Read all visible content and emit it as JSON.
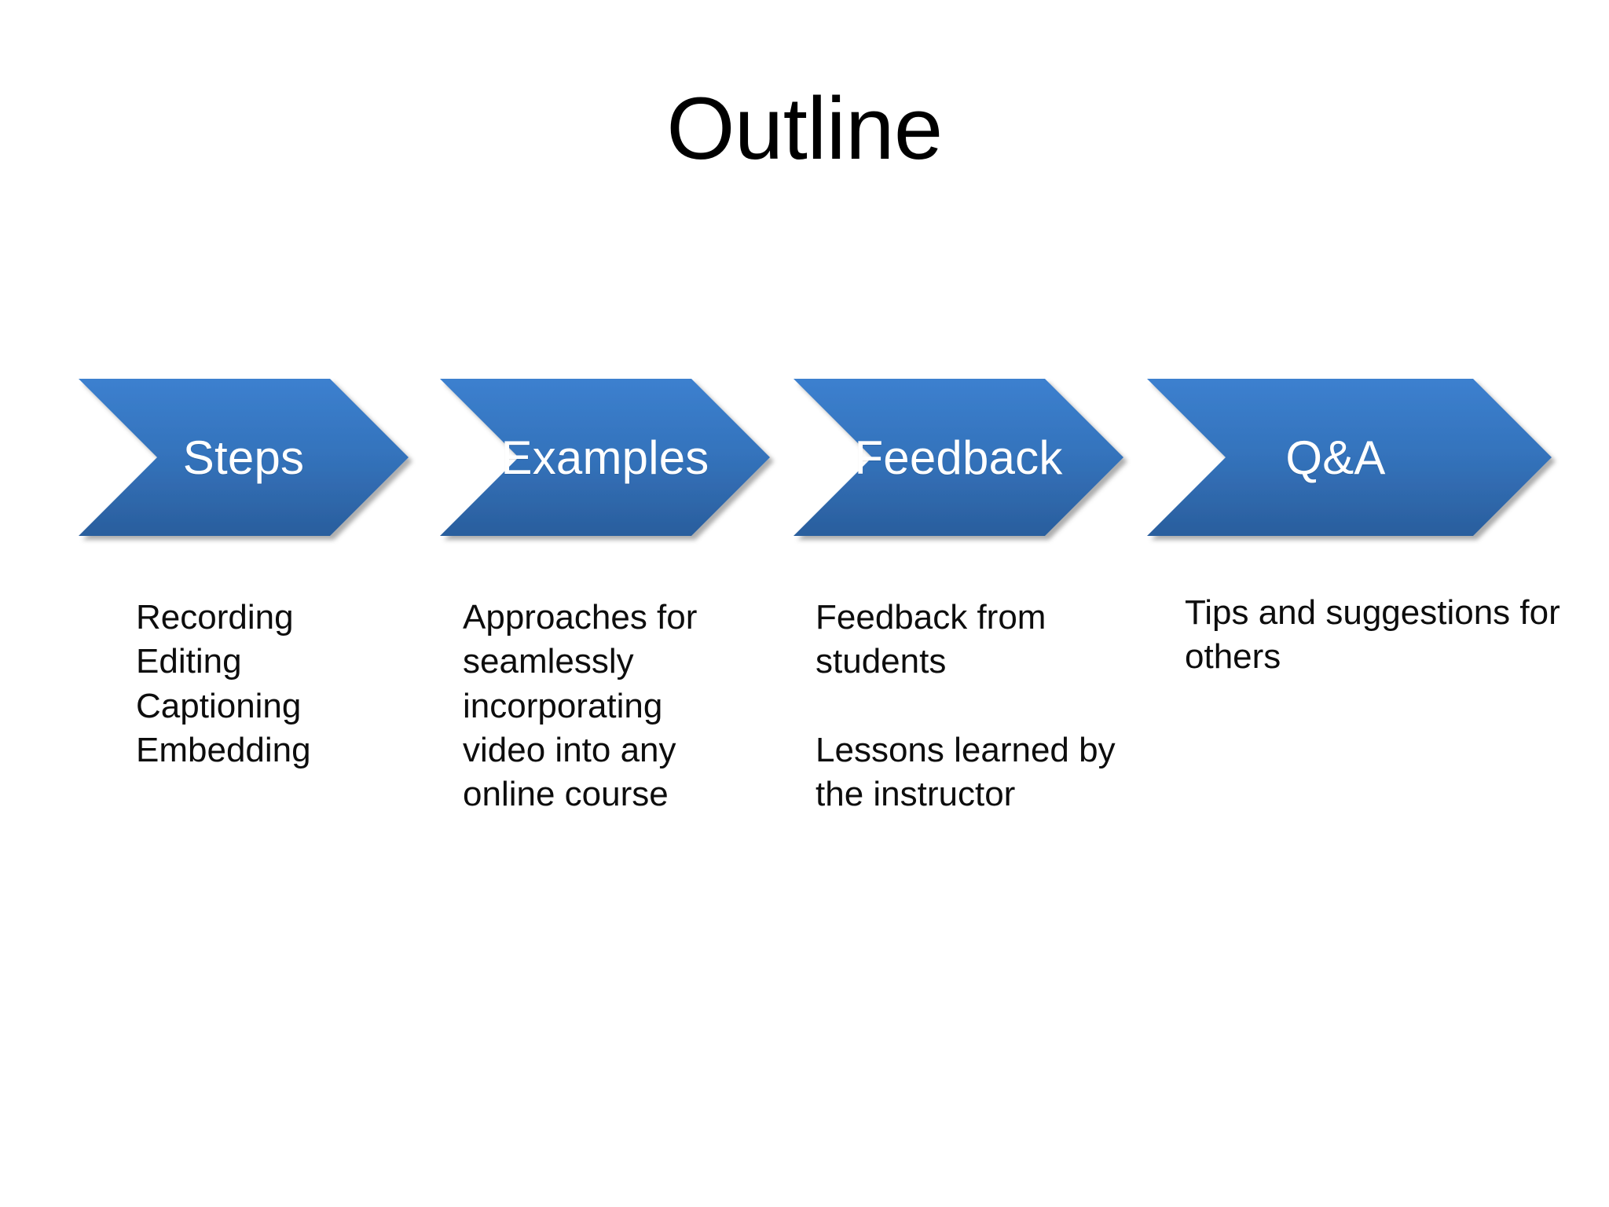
{
  "slide": {
    "title": "Outline",
    "background_color": "#FFFFFF",
    "title_color": "#000000",
    "body_text_color": "#0D0D0D"
  },
  "process_diagram": {
    "type": "chevron-process",
    "accent_color": "#3A7BCA",
    "accent_color_dark": "#2B5F9E",
    "label_color": "#FFFFFF",
    "steps": [
      {
        "label": "Steps"
      },
      {
        "label": "Examples"
      },
      {
        "label": "Feedback"
      },
      {
        "label": "Q&A"
      }
    ]
  },
  "columns": [
    {
      "heading_ref": "Steps",
      "text": "Recording\nEditing\nCaptioning\nEmbedding"
    },
    {
      "heading_ref": "Examples",
      "text": "Approaches for seamlessly incorporating video into any online course"
    },
    {
      "heading_ref": "Feedback",
      "text": "Feedback from students\n\nLessons learned by the instructor"
    },
    {
      "heading_ref": "Q&A",
      "text": "Tips and suggestions for others"
    }
  ]
}
